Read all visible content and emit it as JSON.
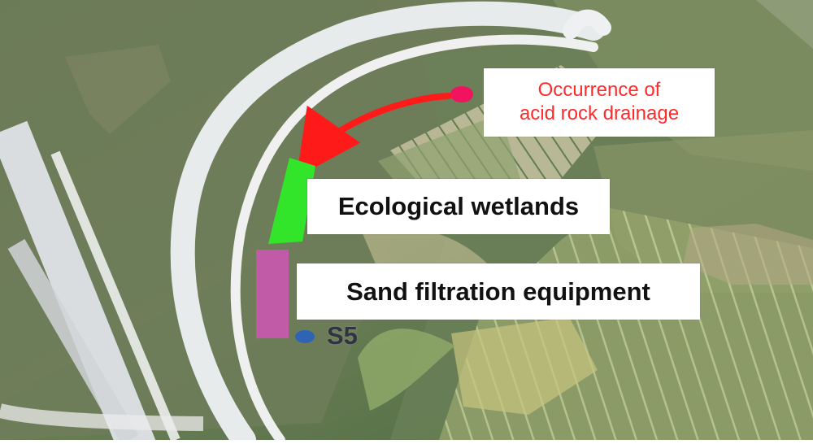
{
  "map": {
    "labels": {
      "drainage_line_1": "Occurrence of",
      "drainage_line_2": "acid rock drainage",
      "wetlands": "Ecological wetlands",
      "sand_filtration": "Sand filtration equipment",
      "site": "S5"
    },
    "colors": {
      "drainage_marker": "#f0145f",
      "flow_arrow": "#ff1a1a",
      "wetlands": "#32e52a",
      "sand_filtration": "#c65aac",
      "site_marker": "#2f63b4",
      "road": "#e8ebec",
      "vegetation": "#5f7f4a",
      "field_pale": "#b9b68c"
    },
    "icons": {
      "drainage_marker": "source-point-icon",
      "flow_arrow": "flow-direction-arrow-icon",
      "site_marker": "sampling-site-icon"
    }
  }
}
